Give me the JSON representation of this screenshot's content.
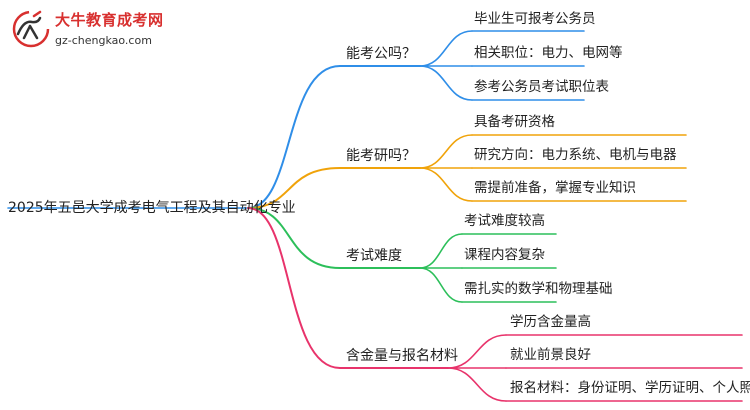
{
  "logo": {
    "site_name": "大牛教育成考网",
    "url": "gz-chengkao.com",
    "colors": {
      "red": "#d8302f",
      "dark": "#333333"
    }
  },
  "mindmap": {
    "root": "2025年五邑大学成考电气工程及其自动化专业",
    "branches": [
      {
        "label": "能考公吗？",
        "color": "#2f8ee8",
        "children": [
          "毕业生可报考公务员",
          "相关职位：电力、电网等",
          "参考公务员考试职位表"
        ]
      },
      {
        "label": "能考研吗？",
        "color": "#f0a30a",
        "children": [
          "具备考研资格",
          "研究方向：电力系统、电机与电器",
          "需提前准备，掌握专业知识"
        ]
      },
      {
        "label": "考试难度",
        "color": "#2cbf5a",
        "children": [
          "考试难度较高",
          "课程内容复杂",
          "需扎实的数学和物理基础"
        ]
      },
      {
        "label": "含金量与报名材料",
        "color": "#e8336b",
        "children": [
          "学历含金量高",
          "就业前景良好",
          "报名材料：身份证明、学历证明、个人照片等"
        ]
      }
    ]
  }
}
